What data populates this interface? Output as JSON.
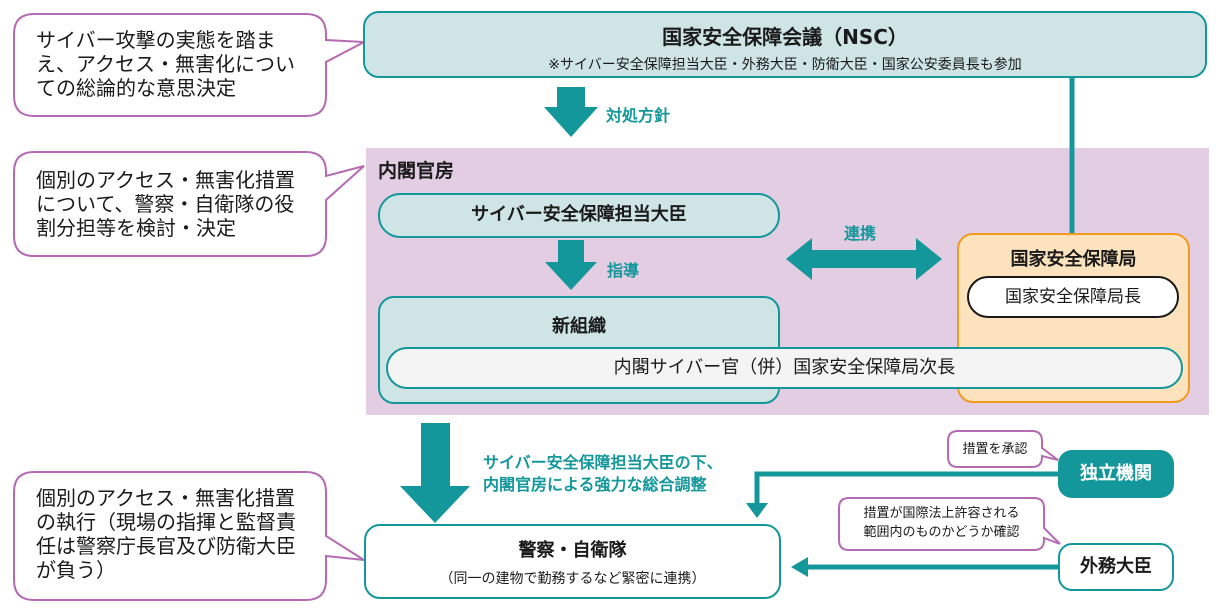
{
  "nsc": {
    "title": "国家安全保障会議（NSC）",
    "note": "※サイバー安全保障担当大臣・外務大臣・防衛大臣・国家公安委員長も参加"
  },
  "callouts": {
    "top": [
      "サイバー攻撃の実態を踏ま",
      "え、アクセス・無害化につい",
      "ての総論的な意思決定"
    ],
    "middle": [
      "個別のアクセス・無害化措置",
      "について、警察・自衛隊の役",
      "割分担等を検討・決定"
    ],
    "bottom": [
      "個別のアクセス・無害化措置",
      "の執行（現場の指揮と監督責",
      "任は警察庁長官及び防衛大臣",
      "が負う）"
    ]
  },
  "arrows": {
    "policy": "対処方針",
    "guidance": "指導",
    "liaison": "連携",
    "coordination": [
      "サイバー安全保障担当大臣の下、",
      "内閣官房による強力な総合調整"
    ]
  },
  "cabinet": {
    "label": "内閣官房",
    "minister": "サイバー安全保障担当大臣",
    "new_org": "新組織",
    "officer": "内閣サイバー官（併）国家安全保障局次長"
  },
  "nss": {
    "title": "国家安全保障局",
    "head": "国家安全保障局長"
  },
  "police_sdf": {
    "title": "警察・自衛隊",
    "note": "（同一の建物で勤務するなど緊密に連携）"
  },
  "independent": {
    "title": "独立機関",
    "tag": "措置を承認"
  },
  "foreign": {
    "title": "外務大臣",
    "tag": [
      "措置が国際法上許容される",
      "範囲内のものかどうか確認"
    ]
  },
  "colors": {
    "teal": "#14979b",
    "teal_light": "#cfe5e5",
    "cabinet_bg": "#e3cde3",
    "callout_border": "#b56bb2",
    "nss_bg": "#fde3bd",
    "nss_border": "#f19a20"
  }
}
